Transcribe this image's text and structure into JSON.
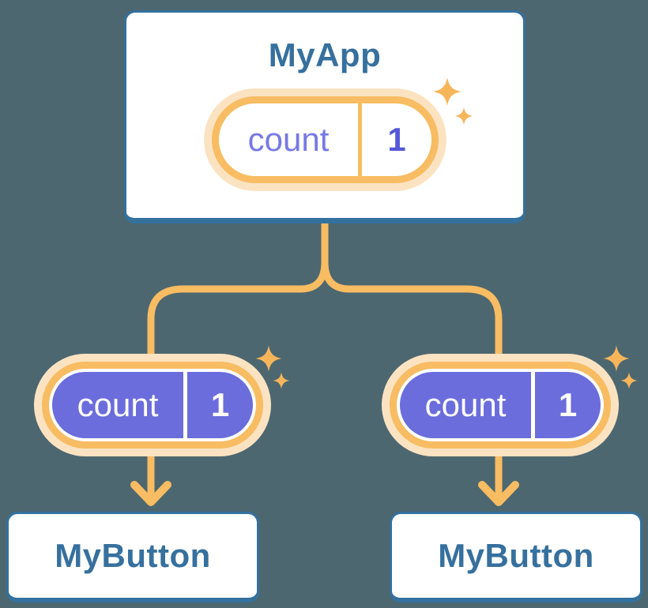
{
  "diagram": {
    "title_meaning": "React component tree sharing state",
    "root": {
      "title": "MyApp",
      "state": {
        "name": "count",
        "value": "1"
      }
    },
    "children": [
      {
        "title": "MyButton",
        "prop": {
          "name": "count",
          "value": "1"
        }
      },
      {
        "title": "MyButton",
        "prop": {
          "name": "count",
          "value": "1"
        }
      }
    ]
  },
  "colors": {
    "canvas_bg": "#4D6770",
    "card_bg": "#FFFFFF",
    "card_border_blue": "#33719F",
    "title_text_blue": "#36709E",
    "connector_orange": "#F8BC62",
    "pill_outer_pale_orange": "#FBE3C2",
    "sparkle_orange": "#F7B55A",
    "prop_pill_purple": "#6B6DDC",
    "state_name_purple": "#7679E5",
    "state_value_purple": "#5459D8",
    "prop_text_white": "#FFFFFF"
  },
  "icons": {
    "sparkles": "sparkles-icon",
    "arrow_down": "arrow-down-icon"
  }
}
